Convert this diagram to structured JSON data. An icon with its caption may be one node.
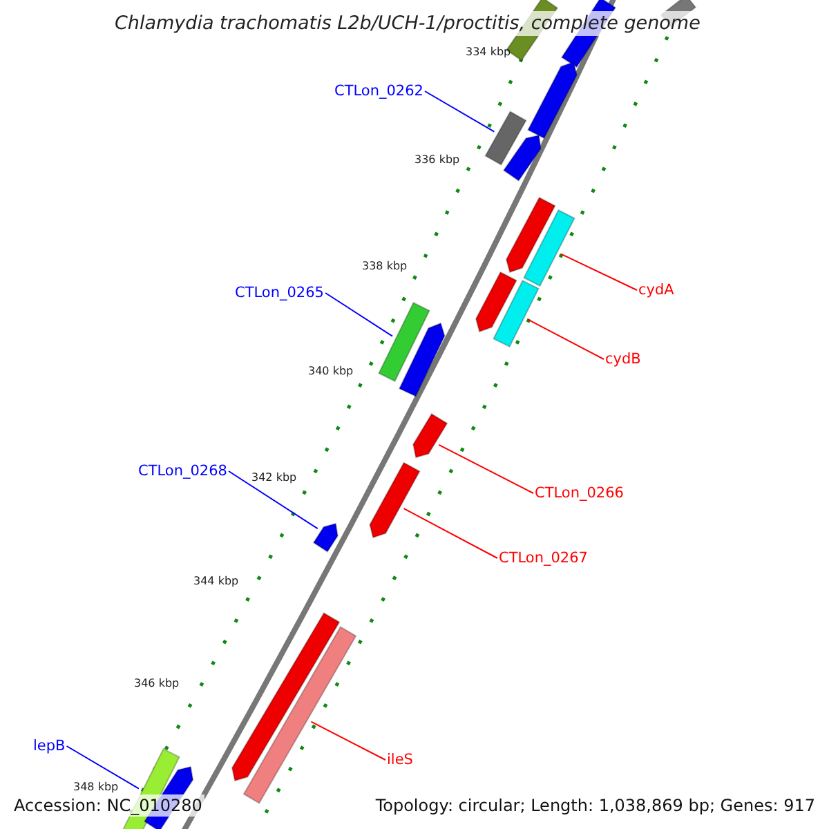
{
  "diagram": {
    "title": "Chlamydia trachomatis L2b/UCH-1/proctitis, complete genome",
    "nodes": [
      {
        "text": [
          "CTLon_0262"
        ]
      },
      {
        "text": [],
        "shape": "bar"
      },
      {
        "text": [
          "cydA"
        ]
      },
      {
        "text": [],
        "shape": "bar"
      },
      {
        "text": [
          "CTLon_0265"
        ]
      },
      {
        "text": [],
        "shape": "bar"
      },
      {
        "text": [
          "cydB"
        ]
      },
      {
        "text": [],
        "shape": "bar"
      },
      {
        "text": [
          "CTLon_0268"
        ]
      },
      {
        "text": [],
        "shape": "bar"
      },
      {
        "text": [
          "CTLon_0266"
        ]
      },
      {
        "text": [],
        "shape": "bar"
      },
      {
        "text": [
          "CTLon_0267"
        ]
      },
      {
        "text": [],
        "shape": "bar"
      },
      {
        "text": [
          "lepB"
        ]
      },
      {
        "text": [],
        "shape": "bar"
      },
      {
        "text": [
          "ileS"
        ]
      },
      {
        "text": [],
        "shape": "bar"
      },
      {
        "text": [],
        "shape": "bar"
      },
      {
        "text": [],
        "shape": "bar"
      },
      {
        "text": [],
        "shape": "bar"
      },
      {
        "text": [],
        "shape": "bar"
      },
      {
        "text": [],
        "shape": "bar"
      },
      {
        "text": [],
        "shape": "bar"
      },
      {
        "text": [],
        "shape": "bar"
      },
      {
        "text": [],
        "shape": "bar"
      },
      {
        "text": [],
        "shape": "bar"
      },
      {
        "text": [],
        "shape": "bar"
      }
    ],
    "edges": [
      {
        "from": 0,
        "to": 1,
        "arrow": "none",
        "color": "#0000ff"
      },
      {
        "from": 2,
        "to": 3,
        "arrow": "none"
      },
      {
        "from": 4,
        "to": 5,
        "arrow": "none",
        "color": "#0000ff"
      },
      {
        "from": 6,
        "to": 7,
        "arrow": "none"
      },
      {
        "from": 8,
        "to": 9,
        "arrow": "none",
        "color": "#0000ff"
      },
      {
        "from": 10,
        "to": 11,
        "arrow": "none"
      },
      {
        "from": 12,
        "to": 13,
        "arrow": "none"
      },
      {
        "from": 14,
        "to": 15,
        "arrow": "none",
        "color": "#0000ff"
      },
      {
        "from": 16,
        "to": 17,
        "arrow": "none"
      }
    ],
    "labels": [
      "334 kbp",
      "336 kbp",
      "338 kbp",
      "340 kbp",
      "342 kbp",
      "344 kbp",
      "346 kbp",
      "348 kbp",
      "Accession: NC_010280",
      "Topology: circular; Length: 1,038,869 bp; Genes: 917"
    ]
  }
}
